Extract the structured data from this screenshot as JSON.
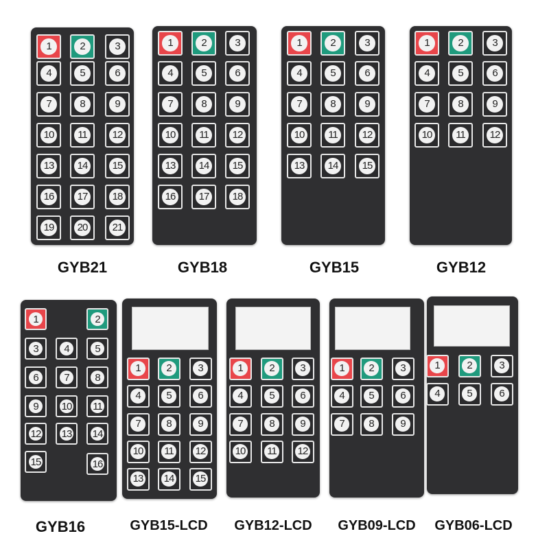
{
  "colors": {
    "panel": "#2f2f31",
    "red_key": "#e8454a",
    "green_key": "#1f9a7d"
  },
  "panels": [
    {
      "label": "GYB21",
      "keys": [
        "1",
        "2",
        "3",
        "4",
        "5",
        "6",
        "7",
        "8",
        "9",
        "10",
        "11",
        "12",
        "13",
        "14",
        "15",
        "16",
        "17",
        "18",
        "19",
        "20",
        "21"
      ]
    },
    {
      "label": "GYB18",
      "keys": [
        "1",
        "2",
        "3",
        "4",
        "5",
        "6",
        "7",
        "8",
        "9",
        "10",
        "11",
        "12",
        "13",
        "14",
        "15",
        "16",
        "17",
        "18"
      ]
    },
    {
      "label": "GYB15",
      "keys": [
        "1",
        "2",
        "3",
        "4",
        "5",
        "6",
        "7",
        "8",
        "9",
        "10",
        "11",
        "12",
        "13",
        "14",
        "15"
      ]
    },
    {
      "label": "GYB12",
      "keys": [
        "1",
        "2",
        "3",
        "4",
        "5",
        "6",
        "7",
        "8",
        "9",
        "10",
        "11",
        "12"
      ]
    },
    {
      "label": "GYB16",
      "keys": [
        "1",
        "2",
        "3",
        "4",
        "5",
        "6",
        "7",
        "8",
        "9",
        "10",
        "11",
        "12",
        "13",
        "14",
        "15",
        "16"
      ]
    },
    {
      "label": "GYB15-LCD",
      "keys": [
        "1",
        "2",
        "3",
        "4",
        "5",
        "6",
        "7",
        "8",
        "9",
        "10",
        "11",
        "12",
        "13",
        "14",
        "15"
      ]
    },
    {
      "label": "GYB12-LCD",
      "keys": [
        "1",
        "2",
        "3",
        "4",
        "5",
        "6",
        "7",
        "8",
        "9",
        "10",
        "11",
        "12"
      ]
    },
    {
      "label": "GYB09-LCD",
      "keys": [
        "1",
        "2",
        "3",
        "4",
        "5",
        "6",
        "7",
        "8",
        "9"
      ]
    },
    {
      "label": "GYB06-LCD",
      "keys": [
        "1",
        "2",
        "3",
        "4",
        "5",
        "6"
      ]
    }
  ]
}
